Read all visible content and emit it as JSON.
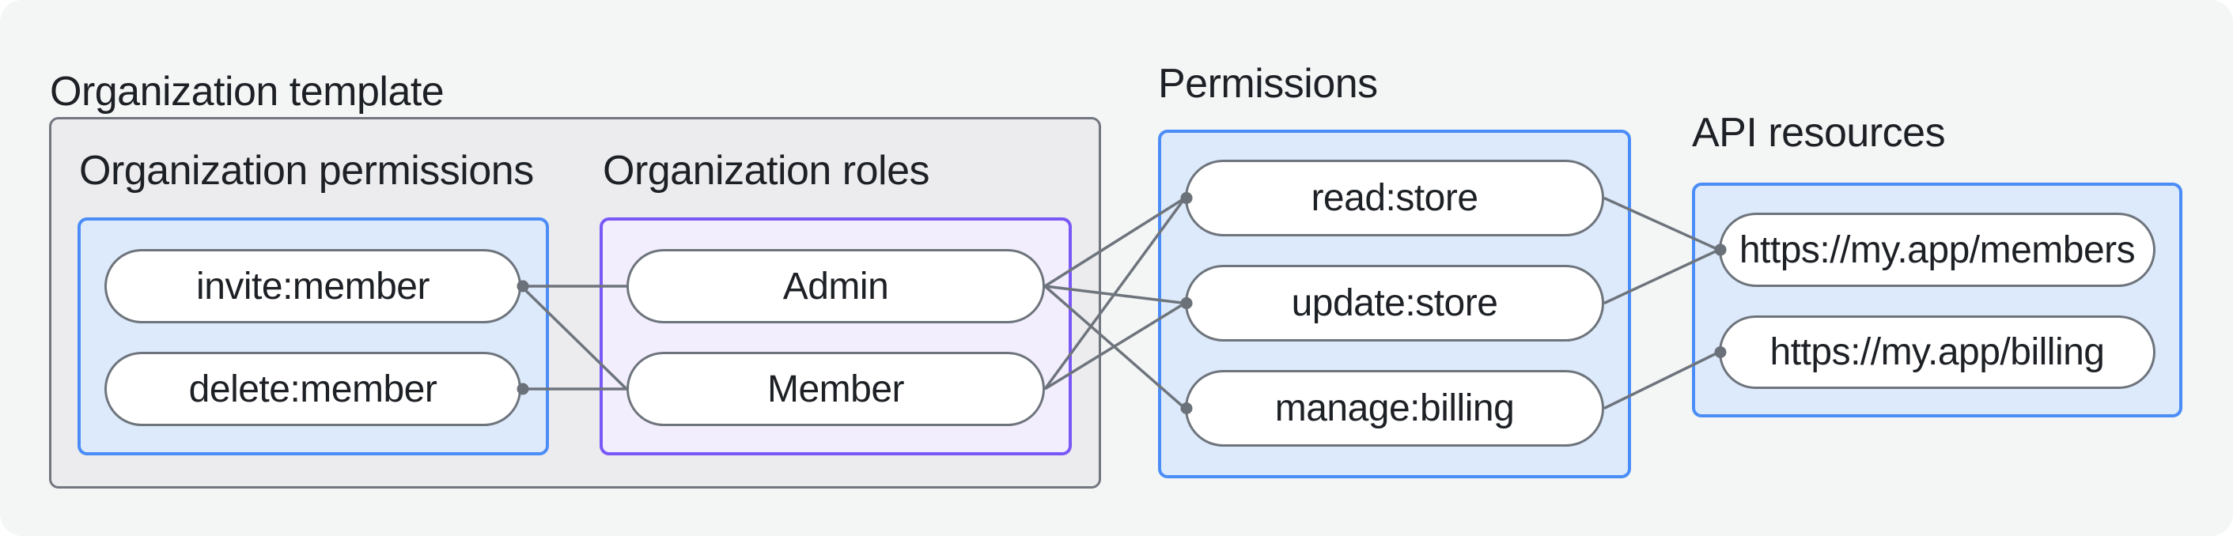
{
  "sections": {
    "org_template": {
      "label": "Organization template"
    },
    "org_permissions": {
      "label": "Organization permissions",
      "nodes": [
        {
          "id": "invite",
          "label": "invite:member"
        },
        {
          "id": "delete",
          "label": "delete:member"
        }
      ]
    },
    "org_roles": {
      "label": "Organization roles",
      "nodes": [
        {
          "id": "admin",
          "label": "Admin"
        },
        {
          "id": "member",
          "label": "Member"
        }
      ]
    },
    "permissions": {
      "label": "Permissions",
      "nodes": [
        {
          "id": "read",
          "label": "read:store"
        },
        {
          "id": "update",
          "label": "update:store"
        },
        {
          "id": "manage",
          "label": "manage:billing"
        }
      ]
    },
    "api_resources": {
      "label": "API resources",
      "nodes": [
        {
          "id": "members_api",
          "label": "https://my.app/members"
        },
        {
          "id": "billing_api",
          "label": "https://my.app/billing"
        }
      ]
    }
  },
  "edges": [
    {
      "from": "invite",
      "to": "admin",
      "dot": "start"
    },
    {
      "from": "invite",
      "to": "member",
      "dot": "start"
    },
    {
      "from": "delete",
      "to": "member",
      "dot": "start"
    },
    {
      "from": "admin",
      "to": "read",
      "dot": "end"
    },
    {
      "from": "admin",
      "to": "update",
      "dot": "end"
    },
    {
      "from": "admin",
      "to": "manage",
      "dot": "end"
    },
    {
      "from": "member",
      "to": "read",
      "dot": "end"
    },
    {
      "from": "member",
      "to": "update",
      "dot": "end"
    },
    {
      "from": "read",
      "to": "members_api",
      "dot": "end"
    },
    {
      "from": "update",
      "to": "members_api",
      "dot": "end"
    },
    {
      "from": "manage",
      "to": "billing_api",
      "dot": "end"
    }
  ],
  "colors": {
    "background": "#f4f6f6",
    "template_box_fill": "#ececee",
    "template_box_border": "#72767e",
    "blue_box_fill": "#ddeafb",
    "blue_box_border": "#4b8df6",
    "purple_box_fill": "#f3eefd",
    "purple_box_border": "#7a58f6",
    "node_fill": "#ffffff",
    "node_border": "#6e747c",
    "connector": "#6e747c",
    "connector_dot": "#6b7178",
    "text": "#1d2025"
  }
}
